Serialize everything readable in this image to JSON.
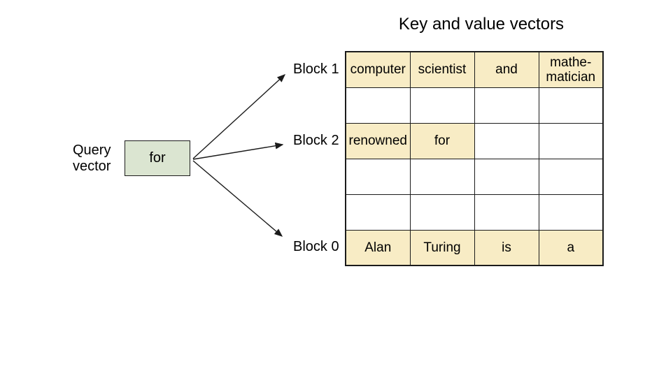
{
  "title": "Key and value vectors",
  "query_vector": {
    "label": "Query\nvector",
    "token": "for"
  },
  "block_labels": {
    "block1": "Block 1",
    "block2": "Block 2",
    "block0": "Block 0"
  },
  "colors": {
    "highlight": "#f8ecc5",
    "query_box_fill": "#dbe5d1",
    "line": "#1b1b1b"
  },
  "kv_table": {
    "rows": [
      {
        "cells": [
          "computer",
          "scientist",
          "and",
          "mathe-\nmatician"
        ],
        "highlighted": [
          true,
          true,
          true,
          true
        ]
      },
      {
        "cells": [
          "",
          "",
          "",
          ""
        ],
        "highlighted": [
          false,
          false,
          false,
          false
        ]
      },
      {
        "cells": [
          "renowned",
          "for",
          "",
          ""
        ],
        "highlighted": [
          true,
          true,
          false,
          false
        ]
      },
      {
        "cells": [
          "",
          "",
          "",
          ""
        ],
        "highlighted": [
          false,
          false,
          false,
          false
        ]
      },
      {
        "cells": [
          "",
          "",
          "",
          ""
        ],
        "highlighted": [
          false,
          false,
          false,
          false
        ]
      },
      {
        "cells": [
          "Alan",
          "Turing",
          "is",
          "a"
        ],
        "highlighted": [
          true,
          true,
          true,
          true
        ]
      }
    ]
  }
}
